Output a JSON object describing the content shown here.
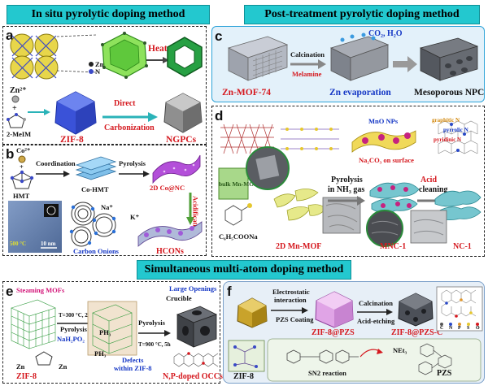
{
  "headers": {
    "in_situ": "In situ pyrolytic doping method",
    "post_treatment": "Post-treatment pyrolytic doping method",
    "simultaneous": "Simultaneous multi-atom doping method"
  },
  "panel_a": {
    "label": "a",
    "zn": "Zn",
    "n": "N",
    "heat": "Heat",
    "zn2": "Zn²⁺",
    "plus": "+",
    "ligand": "2-MeIM",
    "direct": "Direct",
    "carbonization": "Carbonization",
    "zif8": "ZIF-8",
    "ngpcs": "NGPCs"
  },
  "panel_b": {
    "label": "b",
    "co2": "Co²⁺",
    "plus": "+",
    "hmt": "HMT",
    "coordination": "Coordination",
    "co_hmt": "Co-HMT",
    "pyrolysis": "Pyrolysis",
    "co_nc": "2D Co@NC",
    "acidification": "Acidification",
    "na": "Na⁺",
    "k": "K⁺",
    "temp": "500 °C",
    "scale": "10 nm",
    "carbon_onions": "Carbon Onions",
    "hcons": "HCONs"
  },
  "panel_c": {
    "label": "c",
    "calcination": "Calcination",
    "melamine": "Melamine",
    "gases": "CO₂, H₂O",
    "zn_mof": "Zn-MOF-74",
    "zn_evap": "Zn evaporation",
    "npc": "Mesoporous NPC"
  },
  "panel_d": {
    "label": "d",
    "mno_nps": "MnO NPs",
    "na2co3": "Na₂CO₃ on surface",
    "graphitic": "graphitic N",
    "pyrrolic": "pyrrolic N",
    "pyridinic": "pyridinic N",
    "bulk": "bulk Mn-MOF",
    "pyrolysis": "Pyrolysis",
    "in_nh3": "in NH₃ gas",
    "acid": "Acid",
    "cleaning": "cleaning",
    "formula": "C₆H₅COONa",
    "mn_mof": "2D Mn-MOF",
    "mnc1": "MNC-1",
    "nc1": "NC-1"
  },
  "panel_e": {
    "label": "e",
    "steaming": "Steaming MOFs",
    "large_openings": "Large Openings",
    "crucible": "Crucible",
    "t1": "T=300 °C, 2h",
    "pyrolysis": "Pyrolysis",
    "nah2po2": "NaH₂PO₂",
    "ph3": "PH₃",
    "t2": "T=900 °C, 5h",
    "defects": "Defects",
    "within": "within ZIF-8",
    "zif8": "ZIF-8",
    "occs": "N,P-doped OCCs",
    "zn": "Zn"
  },
  "panel_f": {
    "label": "f",
    "electrostatic": "Electrostatic",
    "interaction": "interaction",
    "pzs_coating": "PZS Coating",
    "zif_pzs": "ZIF-8@PZS",
    "calcination": "Calcination",
    "acid_etching": "Acid-etching",
    "zif_pzs_c": "ZIF-8@PZS-C",
    "net3": "NEt₃",
    "sn2": "SN2 reaction",
    "pzs": "PZS",
    "zif8": "ZIF-8",
    "legend_atoms": [
      "C",
      "N",
      "P",
      "S",
      "O"
    ]
  },
  "colors": {
    "header_bg": "#23c8cf",
    "red": "#d5191f",
    "blue": "#1537c5",
    "pink": "#d3177a",
    "panel_c_bg": "#e3f1fa",
    "panel_f_bg": "#e7eff7"
  }
}
